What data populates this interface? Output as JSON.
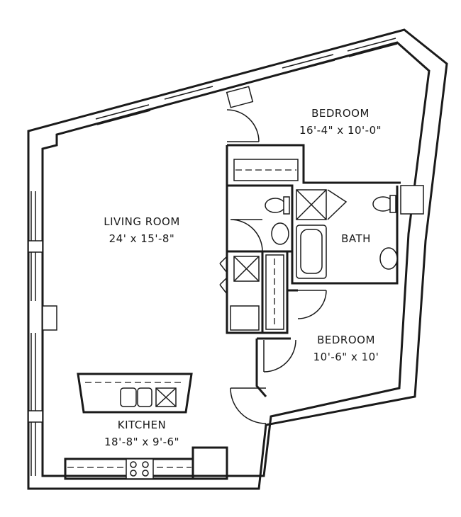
{
  "rooms": {
    "bedroom_master": {
      "name": "BEDROOM",
      "size": "16'-4\" x 10'-0\""
    },
    "living_room": {
      "name": "LIVING ROOM",
      "size": "24' x 15'-8\""
    },
    "bath": {
      "name": "BATH"
    },
    "bedroom_second": {
      "name": "BEDROOM",
      "size": "10'-6\" x 10'"
    },
    "kitchen": {
      "name": "KITCHEN",
      "size": "18'-8\" x 9'-6\""
    }
  }
}
